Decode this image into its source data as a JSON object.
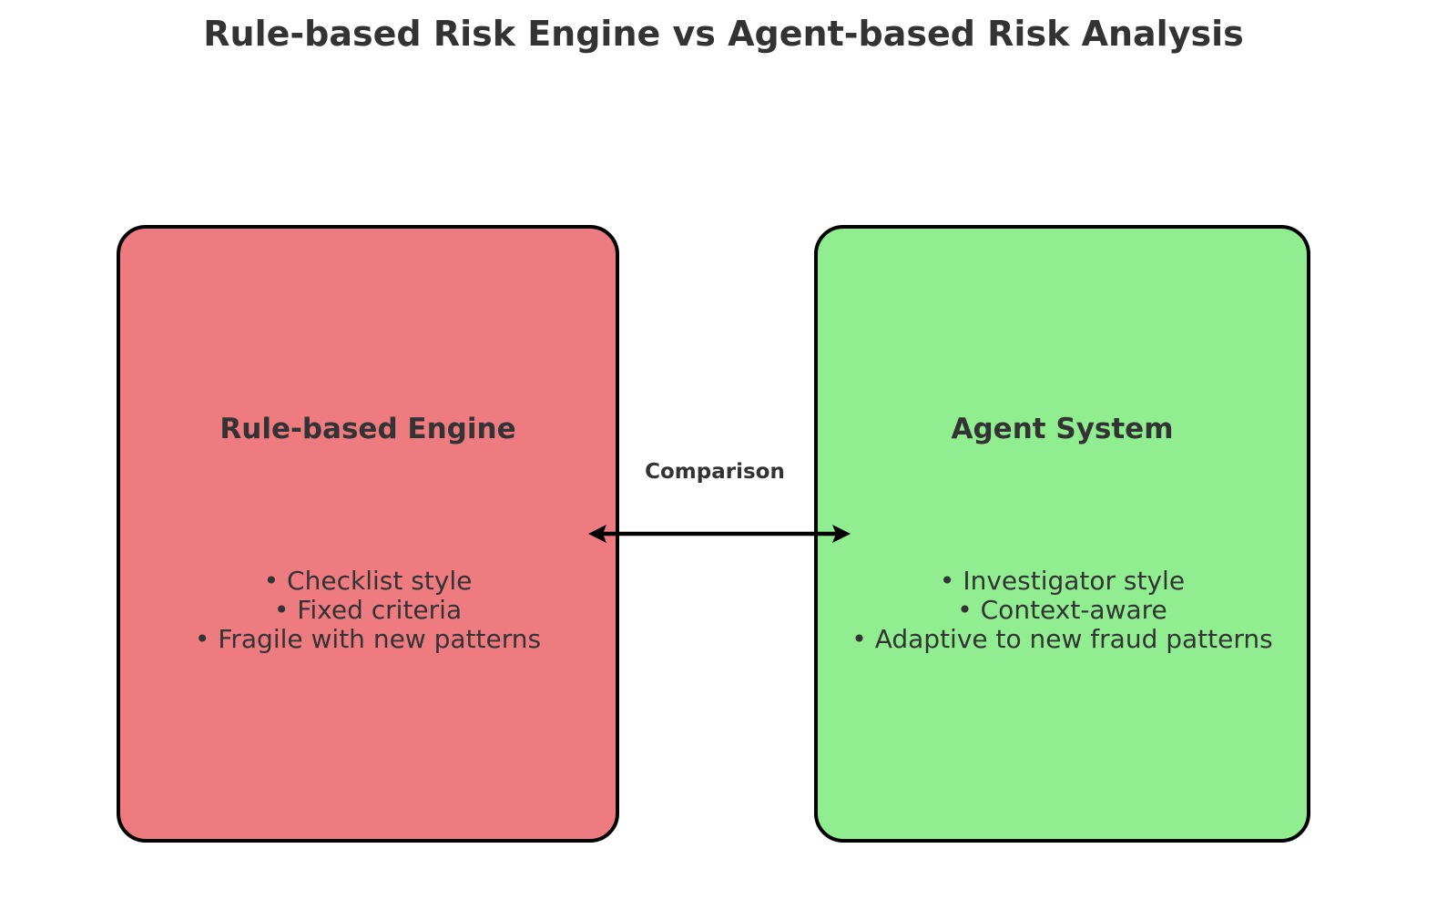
{
  "title": "Rule-based Risk Engine vs Agent-based Risk Analysis",
  "colors": {
    "left_box_fill": "#ee7b80",
    "right_box_fill": "#90ee90",
    "box_stroke": "#000000",
    "text": "#333333",
    "background": "#ffffff"
  },
  "nodes": [
    {
      "id": "rule-based-engine",
      "title": "Rule-based Engine",
      "bullets": [
        "• Checklist style",
        "• Fixed criteria",
        "• Fragile with new patterns"
      ]
    },
    {
      "id": "agent-system",
      "title": "Agent System",
      "bullets": [
        "• Investigator style",
        "• Context-aware",
        "• Adaptive to new fraud patterns"
      ]
    }
  ],
  "connector": {
    "label": "Comparison",
    "style": "double-headed-arrow"
  }
}
